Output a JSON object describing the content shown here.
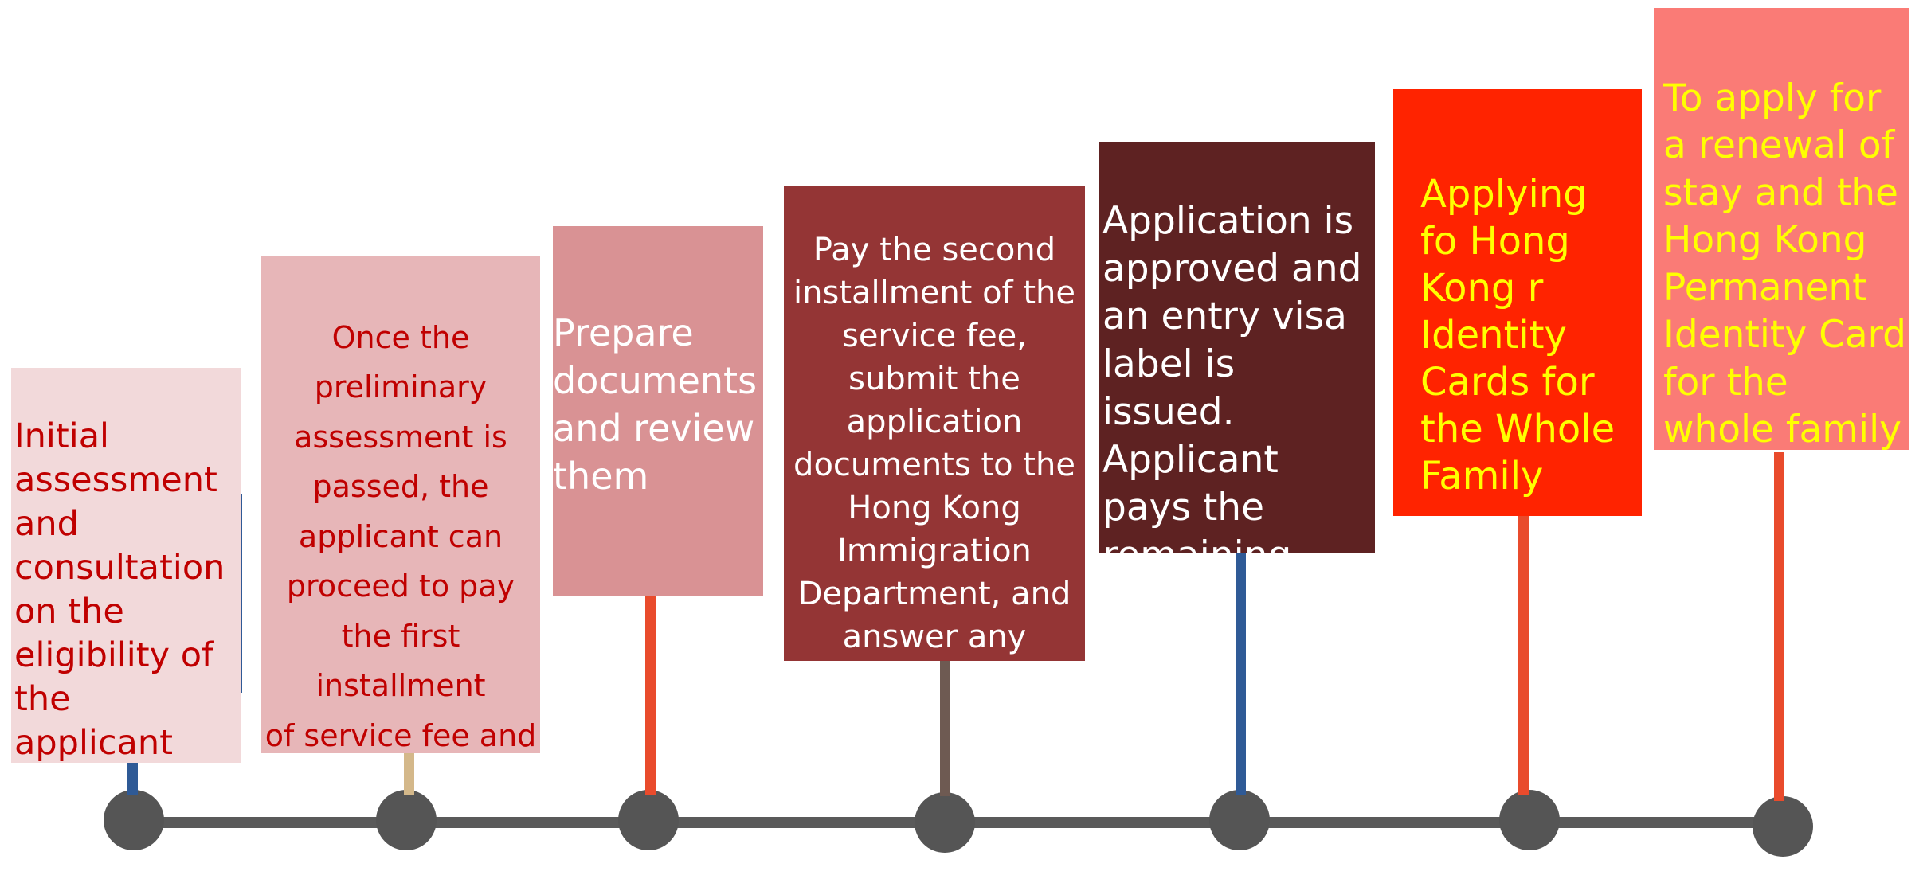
{
  "steps": [
    {
      "text": "Initial\nassessment\nand\nconsultation\non the\neligibility of\nthe applicant\n(free of\ncharge)",
      "box_color": "#f2d9da",
      "text_color": "#c00000",
      "stem_color": "#2f5a96"
    },
    {
      "text": "Once the\npreliminary\nassessment is\npassed, the\napplicant can\nproceed to pay\nthe first\ninstallment\nof service fee and\nsign the contract",
      "box_color": "#e7b6b8",
      "text_color": "#c00000",
      "stem_color": "#d4b88a"
    },
    {
      "text": "Prepare\ndocuments\nand review\nthem",
      "box_color": "#d99294",
      "text_color": "#ffffff",
      "stem_color": "#e94b2c"
    },
    {
      "text": "Pay the second\ninstallment of the\nservice fee,\nsubmit the\napplication\ndocuments to the\nHong Kong\nImmigration\nDepartment, and\nanswer any\nquestions",
      "box_color": "#943535",
      "text_color": "#ffffff",
      "stem_color": "#6e5a52"
    },
    {
      "text": "Application is\napproved and\nan entry visa\nlabel is issued.\nApplicant\npays the\nremaining\nservice fees",
      "box_color": "#5e2222",
      "text_color": "#ffffff",
      "stem_color": "#2f5a96"
    },
    {
      "text": "Applying\nfo Hong\nKong r\nIdentity\nCards for\nthe Whole\nFamily",
      "box_color": "#ff2300",
      "text_color": "#ffff00",
      "stem_color": "#e94b2c"
    },
    {
      "text": "To apply for\na renewal of\nstay and the\nHong Kong\nPermanent\nIdentity Card\nfor the\nwhole family",
      "box_color": "#fa7b76",
      "text_color": "#ffff00",
      "stem_color": "#e94b2c"
    }
  ]
}
